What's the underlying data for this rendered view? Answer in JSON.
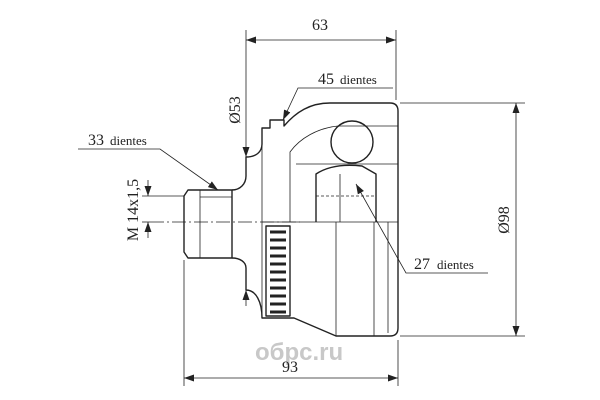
{
  "dimensions": {
    "top_dimension": "63",
    "bottom_dimension": "93",
    "right_diameter": "Ø98",
    "left_diameter": "Ø53",
    "thread_size": "M 14x1,5"
  },
  "teeth": {
    "outer": {
      "count": "45",
      "word": "dientes"
    },
    "stub": {
      "count": "33",
      "word": "dientes"
    },
    "inner": {
      "count": "27",
      "word": "dientes"
    }
  },
  "watermark": "обрс.ru",
  "colors": {
    "line": "#222222",
    "background": "#ffffff",
    "watermark": "#c8c8c8"
  }
}
